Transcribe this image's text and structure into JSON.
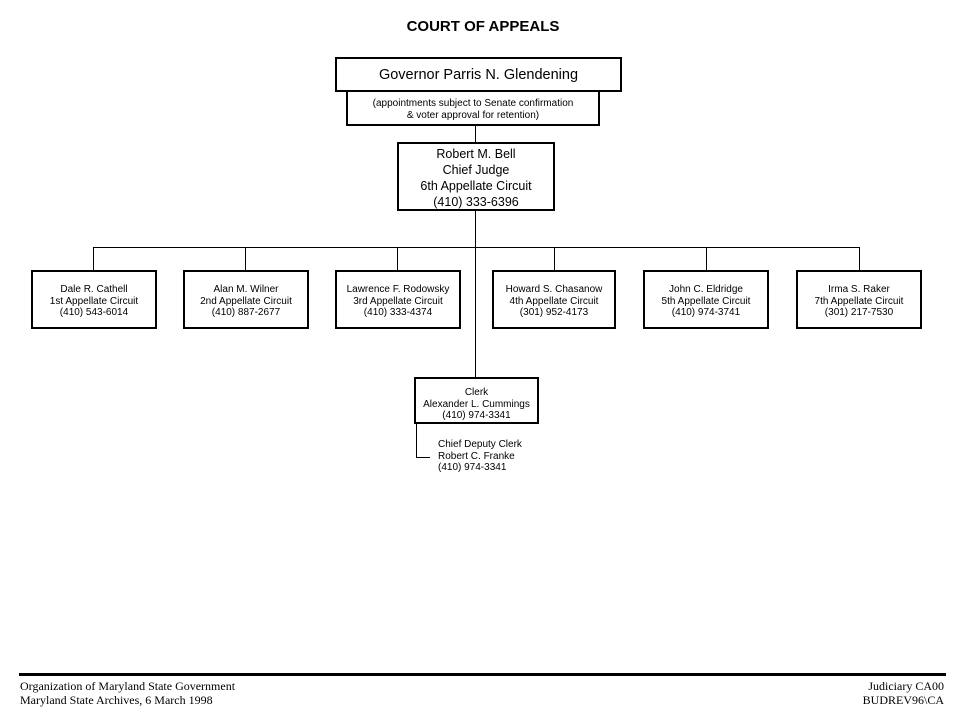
{
  "title": "COURT OF APPEALS",
  "governor": {
    "name": "Governor Parris N. Glendening",
    "note_line1": "(appointments subject to Senate confirmation",
    "note_line2": "& voter approval for retention)"
  },
  "chief_judge": {
    "name": "Robert M. Bell",
    "title": "Chief Judge",
    "circuit": "6th Appellate Circuit",
    "phone": "(410) 333-6396"
  },
  "judges": [
    {
      "name": "Dale R. Cathell",
      "circuit": "1st Appellate Circuit",
      "phone": "(410) 543-6014"
    },
    {
      "name": "Alan M. Wilner",
      "circuit": "2nd Appellate Circuit",
      "phone": "(410) 887-2677"
    },
    {
      "name": "Lawrence F. Rodowsky",
      "circuit": "3rd Appellate Circuit",
      "phone": "(410) 333-4374"
    },
    {
      "name": "Howard S. Chasanow",
      "circuit": "4th Appellate Circuit",
      "phone": "(301) 952-4173"
    },
    {
      "name": "John C. Eldridge",
      "circuit": "5th Appellate Circuit",
      "phone": "(410) 974-3741"
    },
    {
      "name": "Irma S. Raker",
      "circuit": "7th Appellate Circuit",
      "phone": "(301) 217-7530"
    }
  ],
  "clerk": {
    "title": "Clerk",
    "name": "Alexander L. Cummings",
    "phone": "(410) 974-3341"
  },
  "deputy_clerk": {
    "title": "Chief Deputy Clerk",
    "name": "Robert C. Franke",
    "phone": "(410) 974-3341"
  },
  "footer": {
    "left_line1": "Organization of Maryland State Government",
    "left_line2": "Maryland State Archives, 6 March 1998",
    "right_line1": "Judiciary CA00",
    "right_line2": "BUDREV96\\CA"
  }
}
